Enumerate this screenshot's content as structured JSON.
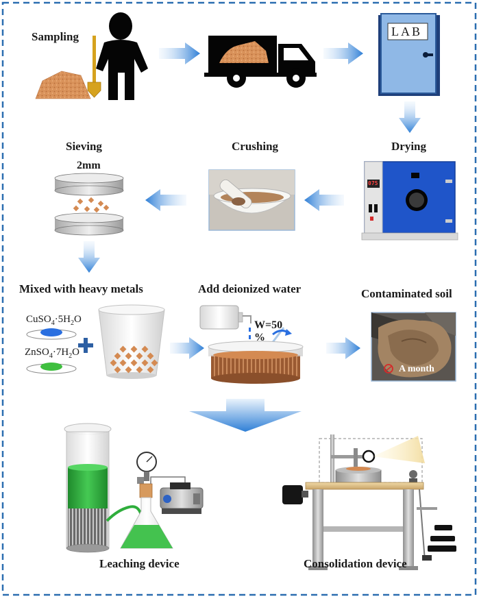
{
  "steps": {
    "sampling": "Sampling",
    "sieving": "Sieving",
    "crushing": "Crushing",
    "drying": "Drying",
    "mixed": "Mixed with heavy metals",
    "water": "Add deionized water",
    "contaminated": "Contaminated soil",
    "leaching": "Leaching device",
    "consolidation": "Consolidation device"
  },
  "lab_sign": "LAB",
  "sieve_size": "2mm",
  "chemicals": {
    "cuso4": {
      "formula": "CuSO",
      "sub1": "4",
      "mid": "·5H",
      "sub2": "2",
      "end": "O"
    },
    "znso4": {
      "formula": "ZnSO",
      "sub1": "4",
      "mid": "·7H",
      "sub2": "2",
      "end": "O"
    }
  },
  "water_content": {
    "line1": "W=50",
    "line2": "%"
  },
  "oven_display": "075",
  "duration": "A month",
  "colors": {
    "frame": "#2a6db0",
    "arrow": "#2f7fd6",
    "soil": "#d48a52",
    "oven": "#1f55c9",
    "copper_salt": "#2a6fe0",
    "zinc_salt": "#3fbf3f",
    "leachate": "#2fae3c",
    "door": "#8fb8e6"
  }
}
